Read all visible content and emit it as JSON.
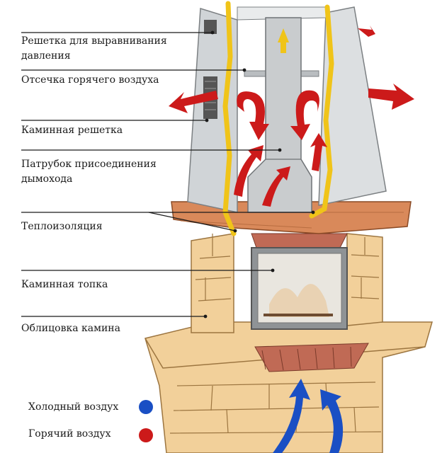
{
  "labels": {
    "pressure_grille": "Решетка для выравнивания\nдавления",
    "hot_air_cutoff": "Отсечка горячего воздуха",
    "fireplace_grille": "Каминная решетка",
    "flue_pipe": "Патрубок присоединения\nдымохода",
    "insulation": "Теплоизоляция",
    "firebox": "Каминная топка",
    "cladding": "Облицовка камина"
  },
  "legend": {
    "cold_air": {
      "label": "Холодный воздух",
      "color": "#1a4fc4"
    },
    "hot_air": {
      "label": "Горячий воздух",
      "color": "#cc1a1a"
    }
  },
  "colors": {
    "hood": "#dcdfe1",
    "hood_shade": "#b9bdc0",
    "pipe": "#c9ccce",
    "insulation": "#f0c419",
    "wood_beam": "#d9895a",
    "stone": "#f2d09a",
    "stone_line": "#9c7540",
    "brick": "#c06a55",
    "glass": "#e9e6df",
    "hot_arrow": "#cc1a1a",
    "cold_arrow": "#1a4fc4"
  }
}
